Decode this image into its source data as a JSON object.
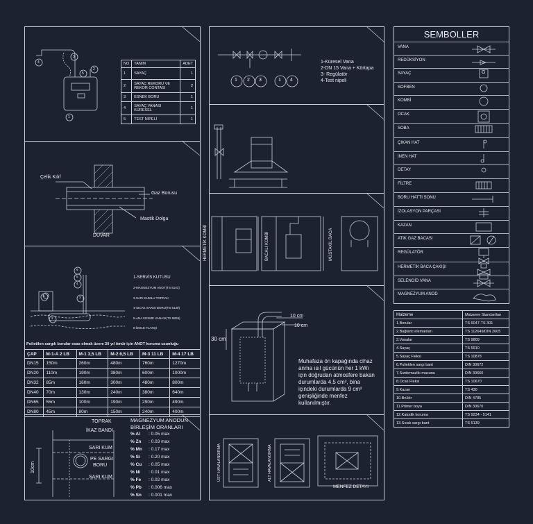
{
  "symbols": {
    "title": "SEMBOLLER",
    "items": [
      "VANA",
      "REDÜKSİYON",
      "SAYAÇ",
      "SOFBEN",
      "KOMBİ",
      "OCAK",
      "SOBA",
      "ÇIKAN HAT",
      "İNEN HAT",
      "DETAY",
      "FİLTRE",
      "BORU HATTI SONU",
      "İZOLASYON PARÇASI",
      "KAZAN",
      "ATIK GAZ BACASI",
      "REGÜLATÖR",
      "HERMETİK BACA ÇAKIŞI",
      "SELENOİD VANA",
      "MAGNEZYUM ANOD"
    ],
    "glyph_sayac": "G"
  },
  "standards": {
    "headers": [
      "Malzeme",
      "Malzeme Standartları"
    ],
    "rows": [
      [
        "1.Borular",
        "TS 6047-TS 301"
      ],
      [
        "2.Bağlantı elemanları",
        "TS 112649/DIN 2605"
      ],
      [
        "3.Vanalar",
        "TS 9809"
      ],
      [
        "4.Sayaç",
        "TS 5910"
      ],
      [
        "5.Sayaç Fleksi",
        "TS 10878"
      ],
      [
        "6.Polietilen sargı bant",
        "DIN 30672"
      ],
      [
        "7.Sızdırmazlık macunu",
        "DIN 30660"
      ],
      [
        "8.Ocak Fleksi",
        "TS 10670"
      ],
      [
        "9.Kazan",
        "TS 430"
      ],
      [
        "10.Brülör",
        "DIN 4785"
      ],
      [
        "11.Primer boya",
        "DIN 30670"
      ],
      [
        "12.Katodik koruma",
        "TS 9234 - 5141"
      ],
      [
        "13.Sıcak sargı bant",
        "TS 5139"
      ]
    ]
  },
  "meter_parts": {
    "headers": [
      "NO",
      "TANIM",
      "ADET"
    ],
    "rows": [
      [
        "1",
        "SAYAÇ",
        "1"
      ],
      [
        "2",
        "SAYAÇ  REKORU VE REKOR CONTASI",
        "2"
      ],
      [
        "3",
        "ESNEK BORU",
        "1"
      ],
      [
        "4",
        "SAYAÇ VANASI KÜRESEL",
        "1"
      ],
      [
        "5",
        "TEST NİPELİ",
        "1"
      ]
    ],
    "callouts": [
      "1",
      "2",
      "3",
      "4",
      "5"
    ]
  },
  "regulator_legend": {
    "lines": [
      "1-Küresel Vana",
      "2-DN 15 Vana + Körtapa",
      "3- Regülatör",
      "4-Test nipeli"
    ],
    "circles": [
      "1",
      "2",
      "3",
      "1",
      "4"
    ]
  },
  "wall_section": {
    "label_steel": "Çelik Kılıf",
    "label_pipe": "Gaz Borusu",
    "label_mastic": "Mastik Dolgu",
    "label_wall": "DUVAR"
  },
  "boiler_types": {
    "labels": [
      "HERMETİK KOMBİ",
      "BACALI KOMBİ",
      "MÜSTAKİL BACA"
    ]
  },
  "service_box": {
    "callouts": [
      "6",
      "5",
      "4",
      "3",
      "2",
      "1"
    ],
    "lines": [
      "1-SERVİS KUTUSU",
      "2-MAGNEZYUM ANOT(TS 5141)",
      "3-SARI KUMLU TOPRAK",
      "4-SICAK SARGI BORU(TS 5139)",
      "5-ANA KESME VANASI(TS 9809)",
      "6-İZOLE FLANŞI"
    ]
  },
  "anode_table": {
    "caption": "Polietilen sargılı borular esas olmak üzere 20 yıl ömür için ANOT koruma uzunluğu",
    "headers": [
      "ÇAP",
      "M-1-A 2 LB",
      "M-1 3,5 LB",
      "M-2 6,5 LB",
      "M-3 11 LB",
      "M-4 17 LB"
    ],
    "rows": [
      [
        "DN15",
        "150m",
        "260m",
        "480m",
        "760m",
        "1270m"
      ],
      [
        "DN20",
        "110m",
        "190m",
        "380m",
        "600m",
        "1000m"
      ],
      [
        "DN32",
        "85m",
        "160m",
        "300m",
        "480m",
        "800m"
      ],
      [
        "DN40",
        "70m",
        "130m",
        "240m",
        "380m",
        "640m"
      ],
      [
        "DN65",
        "55m",
        "100m",
        "190m",
        "290m",
        "490m"
      ],
      [
        "DN80",
        "45m",
        "80m",
        "150m",
        "240m",
        "400m"
      ]
    ]
  },
  "trench": {
    "labels": [
      "TOPRAK",
      "İKAZ BANDI",
      "SARI KUM",
      "PE SARGI",
      "BORU",
      "SARI KUM"
    ],
    "dimension": "10cm"
  },
  "magnesium": {
    "title1": "MAGNEZYUM ANODUN",
    "title2": "BİRLEŞİM ORANLARI",
    "rows": [
      [
        "% Al",
        ": 0.05 max"
      ],
      [
        "% Zn",
        ": 0.03 max"
      ],
      [
        "% Mn",
        ": 0.17 max"
      ],
      [
        "% Si",
        ": 0.20 max"
      ],
      [
        "% Cu",
        ": 0.05 max"
      ],
      [
        "% Ni",
        ": 0.01 max"
      ],
      [
        "% Fe",
        ": 0.02 max"
      ],
      [
        "% Pb",
        ": 0.006 max"
      ],
      [
        "% Sn",
        ": 0.001 max"
      ]
    ]
  },
  "enclosure": {
    "dim_top": "10 cm",
    "dim_side": "10 cm",
    "dim_left": "30 cm",
    "text_lines": [
      "Muhafaza ön kapağında cihaz",
      "anma ısıl gücünün her 1 kWı",
      "için doğrudan atmosfere bakan",
      "durumlarda 4.5 cm², bina",
      "içindeki durumlarda 9 cm²",
      "genişliğinde menfez",
      "kullanılmıştır."
    ]
  },
  "vents": {
    "labels": [
      "ÜST HAVALANDIRMA",
      "ALT HAVALANDIRMA"
    ],
    "detail": "MENFEZ DETAYI"
  }
}
